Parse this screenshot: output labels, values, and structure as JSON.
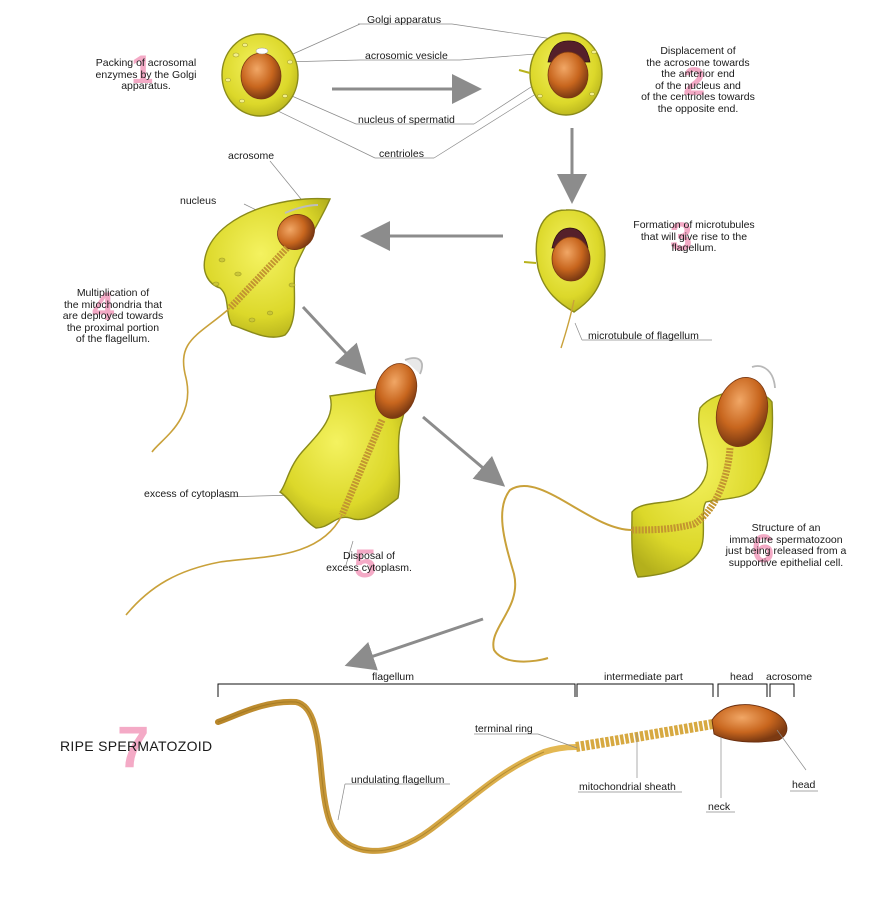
{
  "stage_numbers": [
    "1",
    "2",
    "3",
    "4",
    "5",
    "6",
    "7"
  ],
  "descriptions": {
    "s1": "Packing of acrosomal\nenzymes by the Golgi\napparatus.",
    "s2": "Displacement of\nthe acrosome towards\nthe anterior end\nof the nucleus and\nof the centrioles towards\nthe opposite end.",
    "s3": "Formation of microtubules\nthat will give rise to the\nflagellum.",
    "s4": "Multiplication of\nthe mitochondria that\nare deployed towards\nthe proximal portion\nof the flagellum.",
    "s5": "Disposal of\nexcess cytoplasm.",
    "s6": "Structure of an\nimmature spermatozoon\njust being released from a\nsupportive epithelial cell."
  },
  "labels": {
    "golgi": "Golgi apparatus",
    "acrosomic_vesicle": "acrosomic vesicle",
    "nucleus_spermatid": "nucleus of spermatid",
    "centrioles": "centrioles",
    "acrosome": "acrosome",
    "nucleus": "nucleus",
    "microtubule": "microtubule of flagellum",
    "excess_cytoplasm": "excess of cytoplasm",
    "flagellum": "flagellum",
    "intermediate_part": "intermediate part",
    "head_top": "head",
    "acrosome_top": "acrosome",
    "terminal_ring": "terminal ring",
    "mitochondrial_sheath": "mitochondrial sheath",
    "undulating_flagellum": "undulating flagellum",
    "neck": "neck",
    "head_side": "head"
  },
  "title": "RIPE SPERMATOZOID",
  "colors": {
    "cytoplasm": "#d8d824",
    "cell_edge": "#8a8a1a",
    "nucleus": "#c8661e",
    "stage_number": "#f4aac6",
    "arrow": "#8c8c8c",
    "flagellum": "#d9a536"
  }
}
